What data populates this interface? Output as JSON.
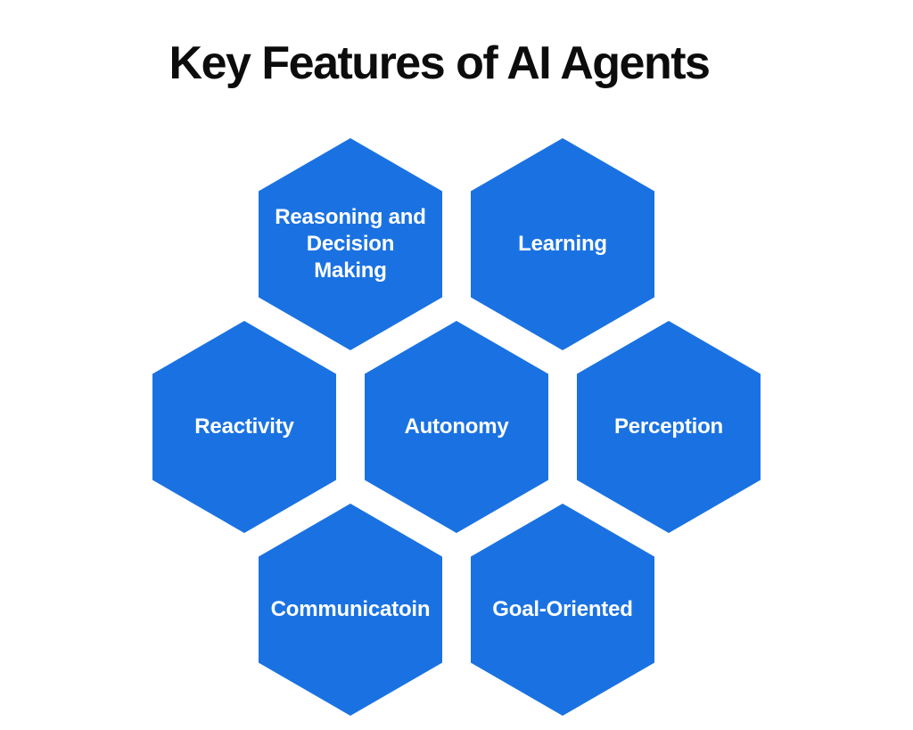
{
  "page": {
    "background": "#ffffff"
  },
  "title": {
    "text": "Key Features of AI Agents",
    "color": "#0c0c0c"
  },
  "diagram": {
    "type": "honeycomb-hexagon-infographic",
    "hexagon_color": "#1a72e2",
    "label_color": "#ffffff",
    "rows": [
      {
        "items": [
          {
            "label": "Reasoning and Decision Making"
          },
          {
            "label": "Learning"
          }
        ]
      },
      {
        "items": [
          {
            "label": "Reactivity"
          },
          {
            "label": "Autonomy"
          },
          {
            "label": "Perception"
          }
        ]
      },
      {
        "items": [
          {
            "label": "Communicatoin"
          },
          {
            "label": "Goal-Oriented"
          }
        ]
      }
    ]
  }
}
